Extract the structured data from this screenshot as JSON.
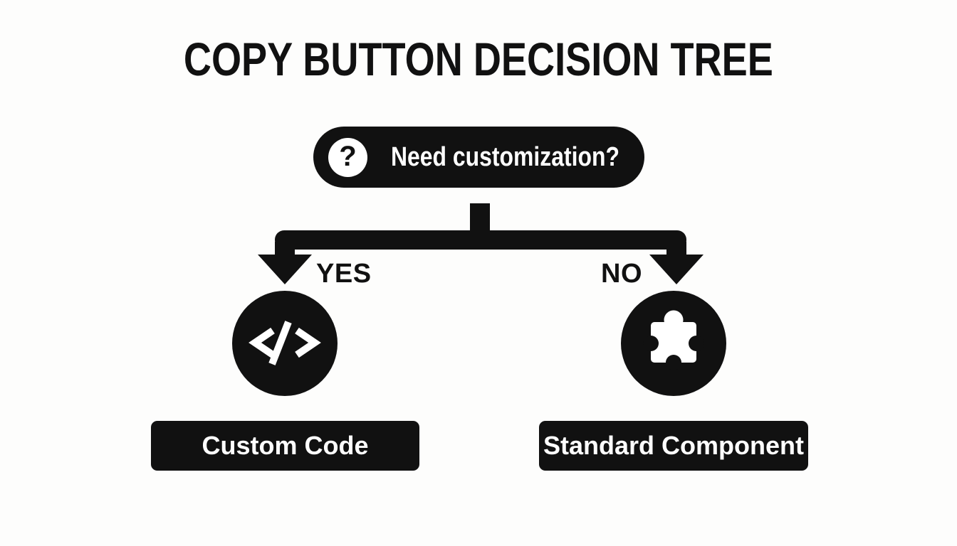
{
  "title": "COPY BUTTON DECISION TREE",
  "decision": {
    "icon": "question-mark-icon",
    "icon_glyph": "?",
    "question": "Need customization?"
  },
  "branches": {
    "yes": {
      "label": "YES",
      "icon": "code-icon",
      "result": "Custom Code"
    },
    "no": {
      "label": "NO",
      "icon": "puzzle-icon",
      "result": "Standard Component"
    }
  },
  "colors": {
    "ink": "#111111",
    "canvas": "#fdfdfc",
    "text_on_ink": "#ffffff"
  }
}
